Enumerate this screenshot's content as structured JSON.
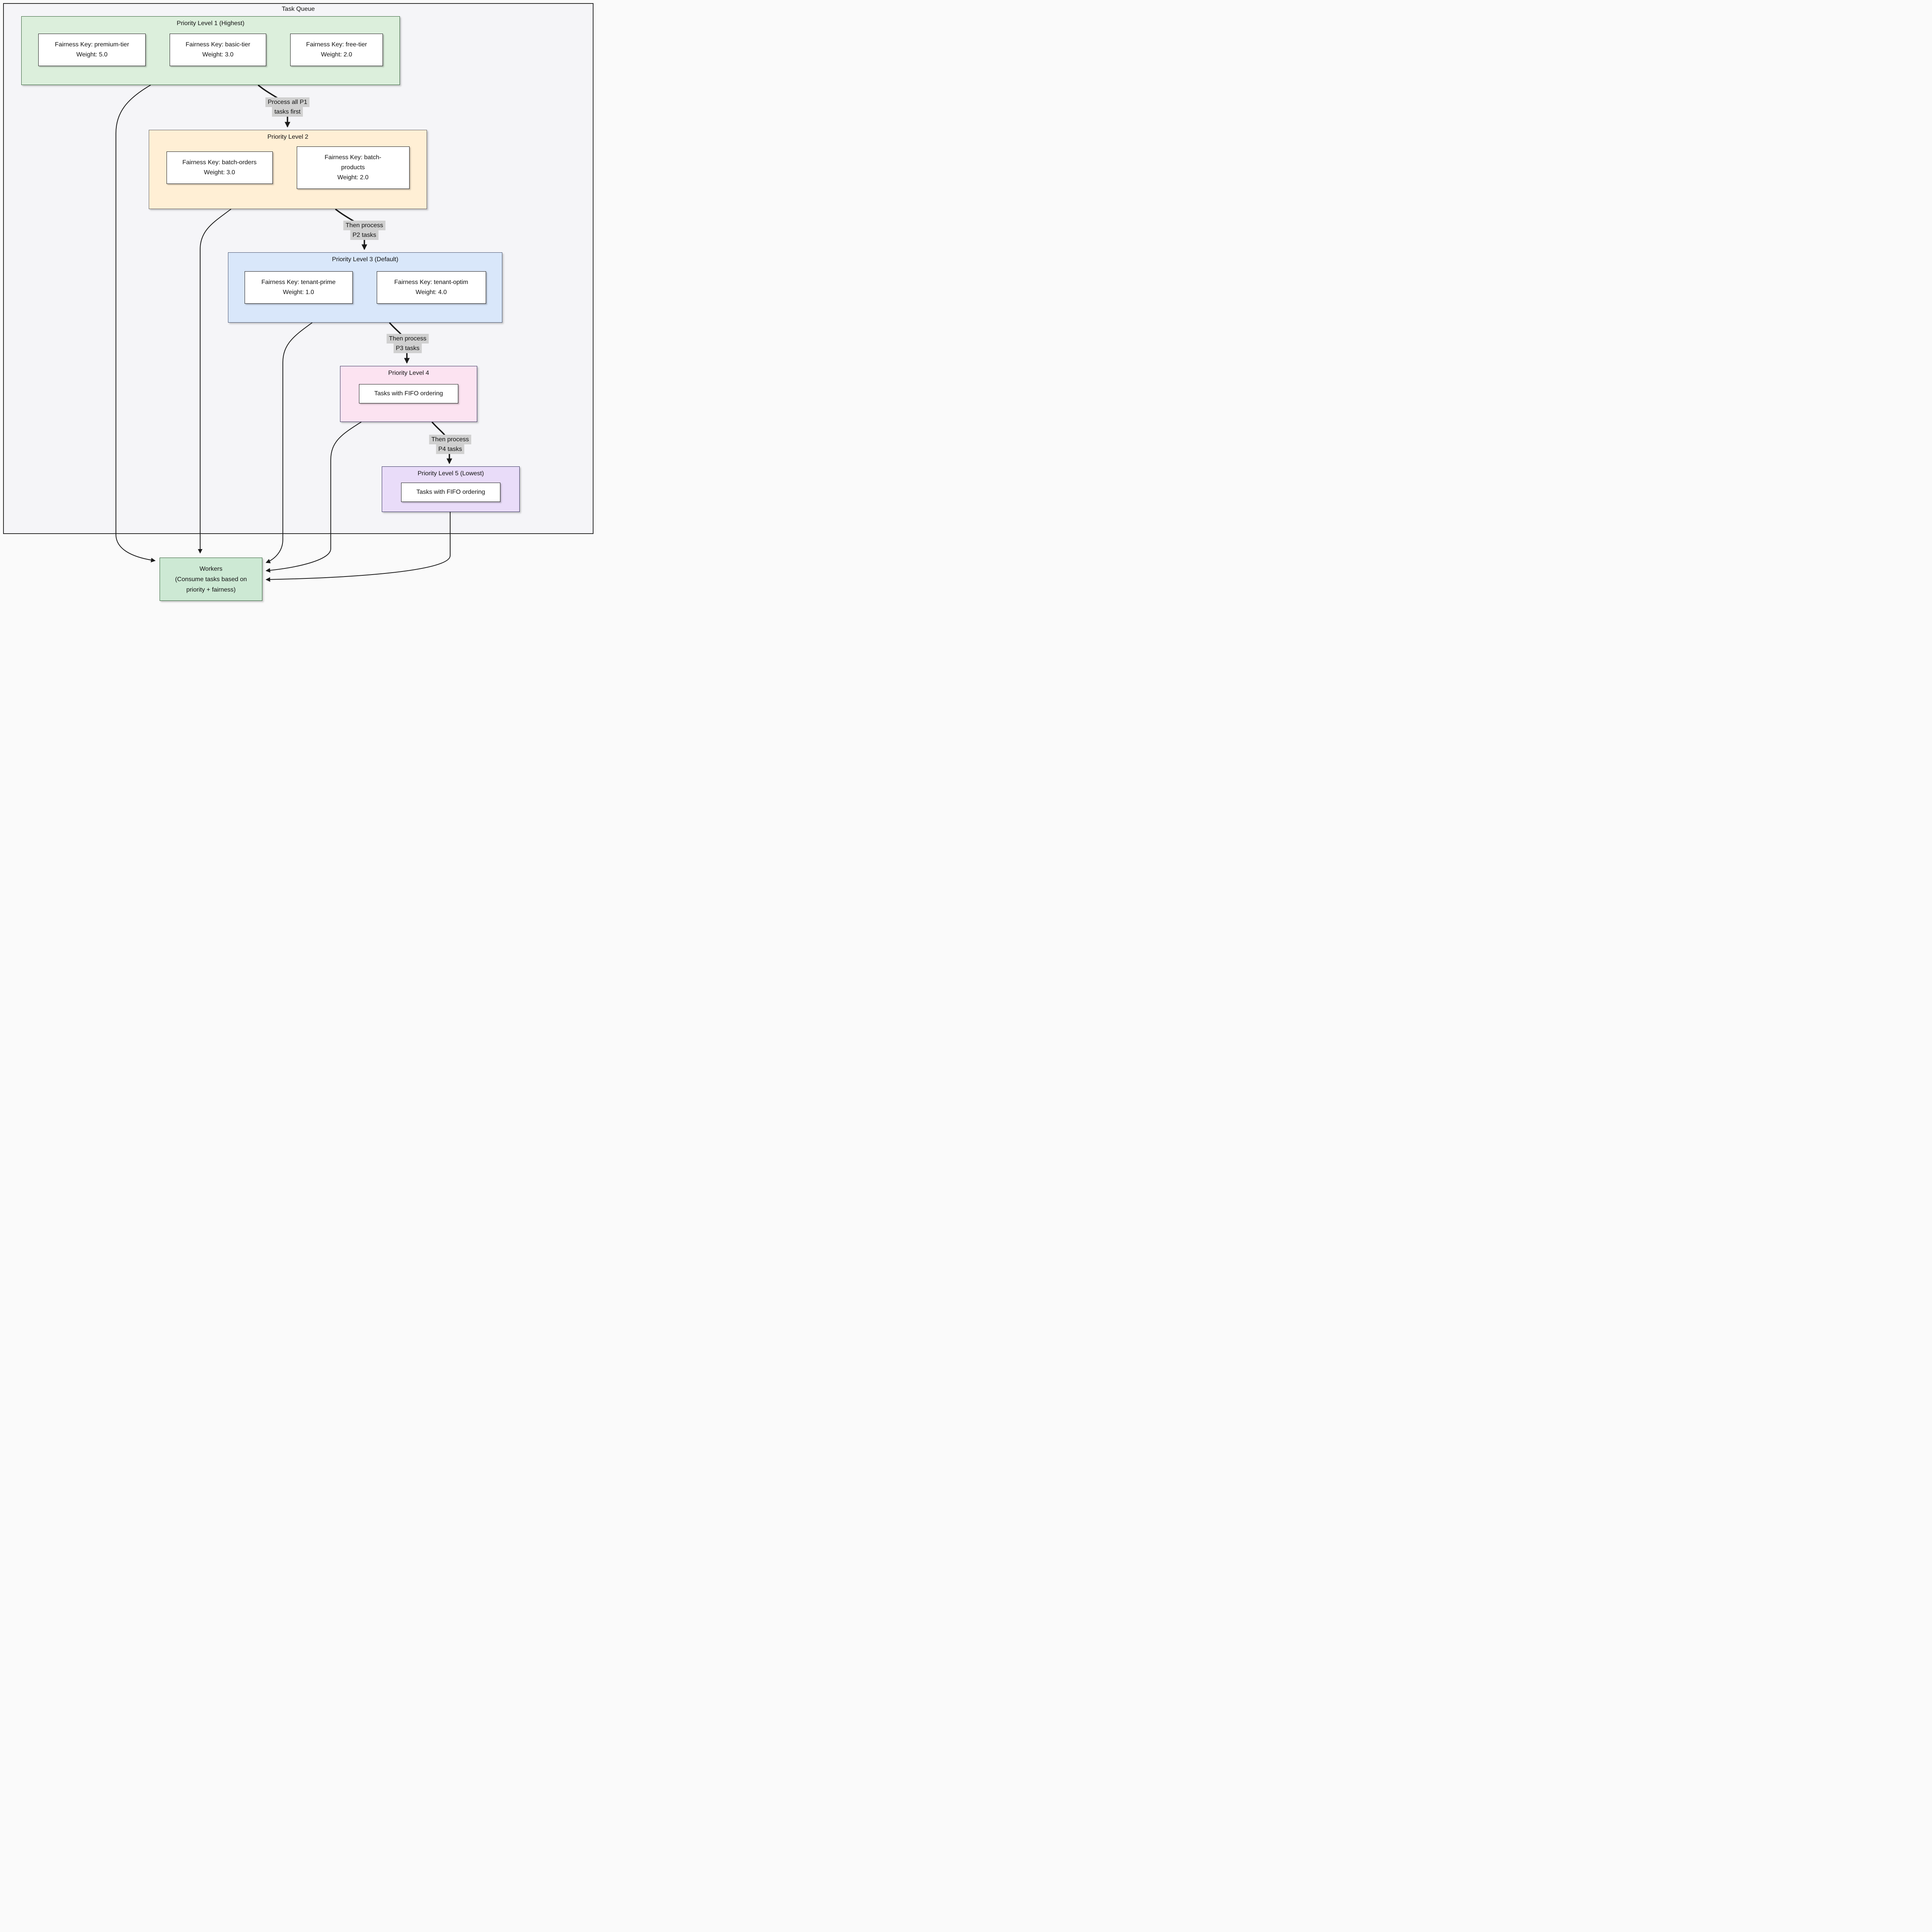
{
  "diagram": {
    "container_title": "Task Queue",
    "p1": {
      "title": "Priority Level 1 (Highest)",
      "items": [
        {
          "key": "Fairness Key: premium-tier",
          "weight": "Weight: 5.0"
        },
        {
          "key": "Fairness Key: basic-tier",
          "weight": "Weight: 3.0"
        },
        {
          "key": "Fairness Key: free-tier",
          "weight": "Weight: 2.0"
        }
      ]
    },
    "p2": {
      "title": "Priority Level 2",
      "items": [
        {
          "key": "Fairness Key: batch-orders",
          "weight": "Weight: 3.0"
        },
        {
          "key": "Fairness Key: batch-products",
          "weight": "Weight: 2.0"
        }
      ]
    },
    "p3": {
      "title": "Priority Level 3 (Default)",
      "items": [
        {
          "key": "Fairness Key: tenant-prime",
          "weight": "Weight: 1.0"
        },
        {
          "key": "Fairness Key: tenant-optim",
          "weight": "Weight: 4.0"
        }
      ]
    },
    "p4": {
      "title": "Priority Level 4",
      "items": [
        {
          "key": "Tasks with FIFO ordering"
        }
      ]
    },
    "p5": {
      "title": "Priority Level 5 (Lowest)",
      "items": [
        {
          "key": "Tasks with FIFO ordering"
        }
      ]
    },
    "edges": {
      "e1": {
        "line1": "Process all P1",
        "line2": "tasks first"
      },
      "e2": {
        "line1": "Then process",
        "line2": "P2 tasks"
      },
      "e3": {
        "line1": "Then process",
        "line2": "P3 tasks"
      },
      "e4": {
        "line1": "Then process",
        "line2": "P4 tasks"
      }
    },
    "workers": {
      "line1": "Workers",
      "line2": "(Consume tasks based on",
      "line3": "priority + fairness)"
    },
    "colors": {
      "p1_fill": "#dcefdc",
      "p2_fill": "#ffefd5",
      "p3_fill": "#d9e7fa",
      "p4_fill": "#fce3f1",
      "p5_fill": "#e9dcf9",
      "workers_fill": "#cde9d4",
      "edge_label_bg": "#d0d0d0",
      "edge_stroke": "#1a1a1a"
    }
  }
}
